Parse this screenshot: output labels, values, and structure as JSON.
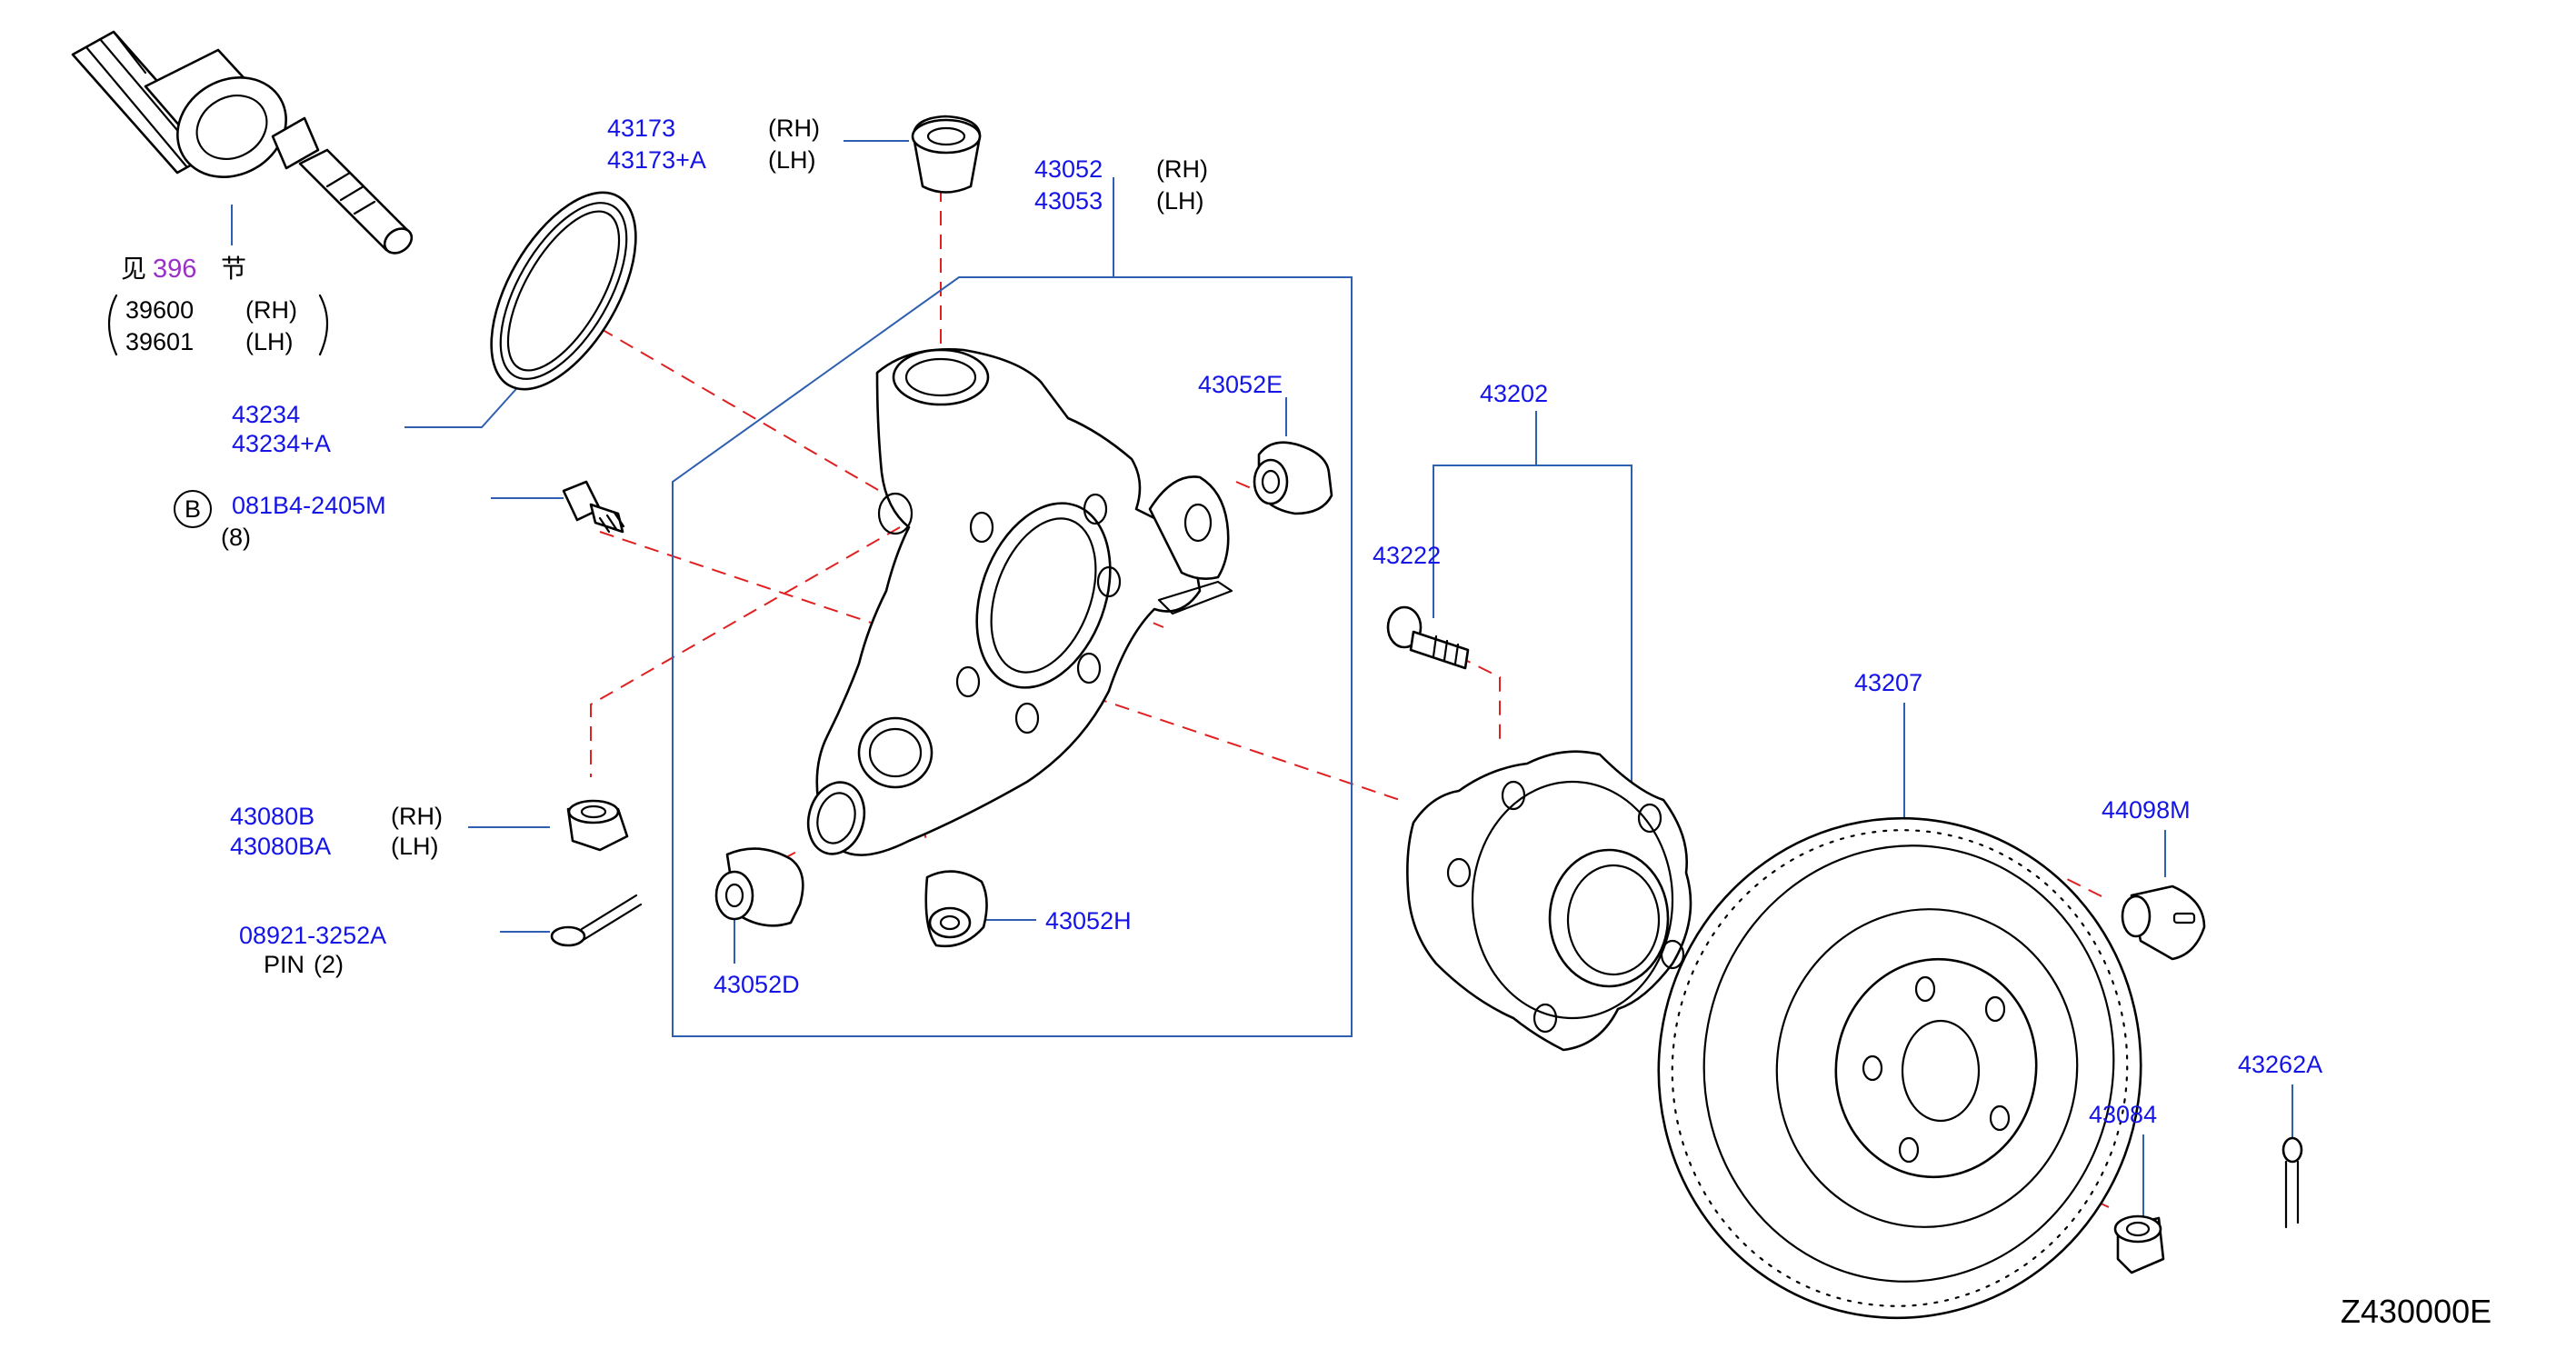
{
  "diagram_code": "Z430000E",
  "callouts": {
    "axle_ref": {
      "prefix": "见",
      "section": "396",
      "suffix": "节"
    },
    "axle_parts": [
      {
        "number": "39600",
        "side": "(RH)"
      },
      {
        "number": "39601",
        "side": "(LH)"
      }
    ],
    "cap": [
      {
        "number": "43173",
        "side": "(RH)"
      },
      {
        "number": "43173+A",
        "side": "(LH)"
      }
    ],
    "knuckle": [
      {
        "number": "43052",
        "side": "(RH)"
      },
      {
        "number": "43053",
        "side": "(LH)"
      }
    ],
    "seal": [
      {
        "number": "43234"
      },
      {
        "number": "43234+A"
      }
    ],
    "bolt_b": {
      "badge": "B",
      "number": "081B4-2405M",
      "qty": "(8)"
    },
    "bushing_e": {
      "number": "43052E"
    },
    "hub_assembly": {
      "number": "43202"
    },
    "hub_bolt": {
      "number": "43222"
    },
    "rotor": {
      "number": "43207"
    },
    "plug": {
      "number": "44098M"
    },
    "cotter": {
      "number": "43262A"
    },
    "hub_nut": {
      "number": "43084"
    },
    "nut": [
      {
        "number": "43080B",
        "side": "(RH)"
      },
      {
        "number": "43080BA",
        "side": "(LH)"
      }
    ],
    "pin": {
      "number": "08921-3252A",
      "name": "PIN",
      "qty": "(2)"
    },
    "bushing_d": {
      "number": "43052D"
    },
    "bushing_h": {
      "number": "43052H"
    }
  },
  "colors": {
    "label": "#1414e6",
    "leader": "#2f5fb0",
    "centerline": "#e02020",
    "section_ref": "#9b30c8"
  }
}
